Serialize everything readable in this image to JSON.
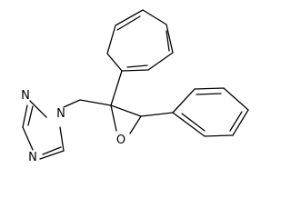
{
  "molecule": {
    "atoms": {
      "n1": "N",
      "n2": "N",
      "n4": "N",
      "o": "O"
    },
    "colors": {
      "bond": "#000000",
      "label": "#000000",
      "background": "#ffffff"
    }
  }
}
